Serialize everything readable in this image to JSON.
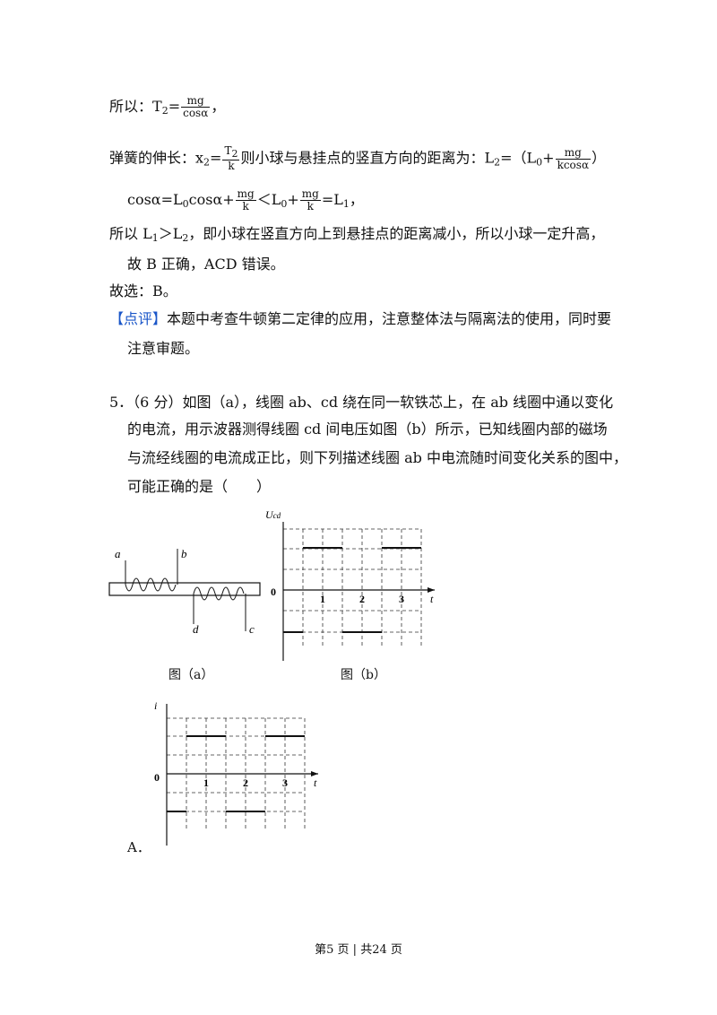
{
  "solution": {
    "t2_prefix": "所以：T",
    "t2_sub": "2",
    "t2_eq": "=",
    "t2_num": "mg",
    "t2_den": "cosα",
    "t2_tail": "，",
    "spring_prefix": "弹簧的伸长：",
    "x2": "x",
    "x2_sub": "2",
    "x2_eq": "=",
    "x2_num": "T",
    "x2_num_sub": "2",
    "x2_den": "k",
    "spring_mid": "则小球与悬挂点的竖直方向的距离为：L",
    "l2_sub": "2",
    "spring_mid2": "=（L",
    "l0_sub": "0",
    "spring_plus": "+",
    "l2_num": "mg",
    "l2_den": "kcosα",
    "spring_close": "）",
    "cos_line_a": "cosα=L",
    "cos_l0_sub": "0",
    "cos_line_b": "cosα+",
    "cos_frac_num": "mg",
    "cos_frac_den": "k",
    "cos_lt": "＜L",
    "cos_l0b_sub": "0",
    "cos_plus": "+",
    "cos_frac2_num": "mg",
    "cos_frac2_den": "k",
    "cos_eq": "=L",
    "cos_l1_sub": "1",
    "cos_tail": "，",
    "compare_a": "所以 L",
    "compare_l1_sub": "1",
    "compare_b": "＞L",
    "compare_l2_sub": "2",
    "compare_c": "，即小球在竖直方向上到悬挂点的距离减小，所以小球一定升高，",
    "conclusion": "故 B 正确，ACD 错误。",
    "answer": "故选：B。",
    "review_tag": "【点评】",
    "review_text": "本题中考查牛顿第二定律的应用，注意整体法与隔离法的使用，同时要",
    "review_text2": "注意审题。"
  },
  "question": {
    "line1": "5．（6 分）如图（a），线圈 ab、cd 绕在同一软铁芯上，在 ab 线圈中通以变化",
    "line2": "的电流，用示波器测得线圈 cd 间电压如图（b）所示，已知线圈内部的磁场",
    "line3": "与流经线圈的电流成正比，则下列描述线圈 ab 中电流随时间变化关系的图中，",
    "line4": "可能正确的是（　　）"
  },
  "figures": {
    "a_caption": "图（a）",
    "b_caption": "图（b）",
    "coil_labels": [
      "a",
      "b",
      "d",
      "c"
    ],
    "b_ylabel": "U",
    "b_ylabel_sub": "cd",
    "zero": "0",
    "t_label": "t",
    "ticks": [
      "1",
      "2",
      "3"
    ],
    "a_ylabel": "i",
    "option_a": "A．"
  },
  "chart_data": [
    {
      "type": "line",
      "title": "图（b）",
      "xlabel": "t",
      "ylabel": "Ucd",
      "x": [
        0,
        0.5,
        1,
        1.5,
        2,
        2.5,
        3,
        3.5
      ],
      "segments": [
        {
          "x": [
            0,
            0.5
          ],
          "y": -1
        },
        {
          "x": [
            0.5,
            1.5
          ],
          "y": 1
        },
        {
          "x": [
            1.5,
            2.5
          ],
          "y": -1
        },
        {
          "x": [
            2.5,
            3.5
          ],
          "y": 1
        }
      ],
      "xticks": [
        "1",
        "2",
        "3"
      ]
    },
    {
      "type": "line",
      "title": "A．",
      "xlabel": "t",
      "ylabel": "i",
      "segments": [
        {
          "x": [
            0,
            0.5
          ],
          "y": -1
        },
        {
          "x": [
            0.5,
            1.5
          ],
          "y": 1
        },
        {
          "x": [
            1.5,
            2.5
          ],
          "y": -1
        },
        {
          "x": [
            2.5,
            3.5
          ],
          "y": 1
        }
      ],
      "xticks": [
        "1",
        "2",
        "3"
      ]
    }
  ],
  "footer": {
    "page": "第5 页",
    "sep": "|",
    "total": "共24 页"
  }
}
